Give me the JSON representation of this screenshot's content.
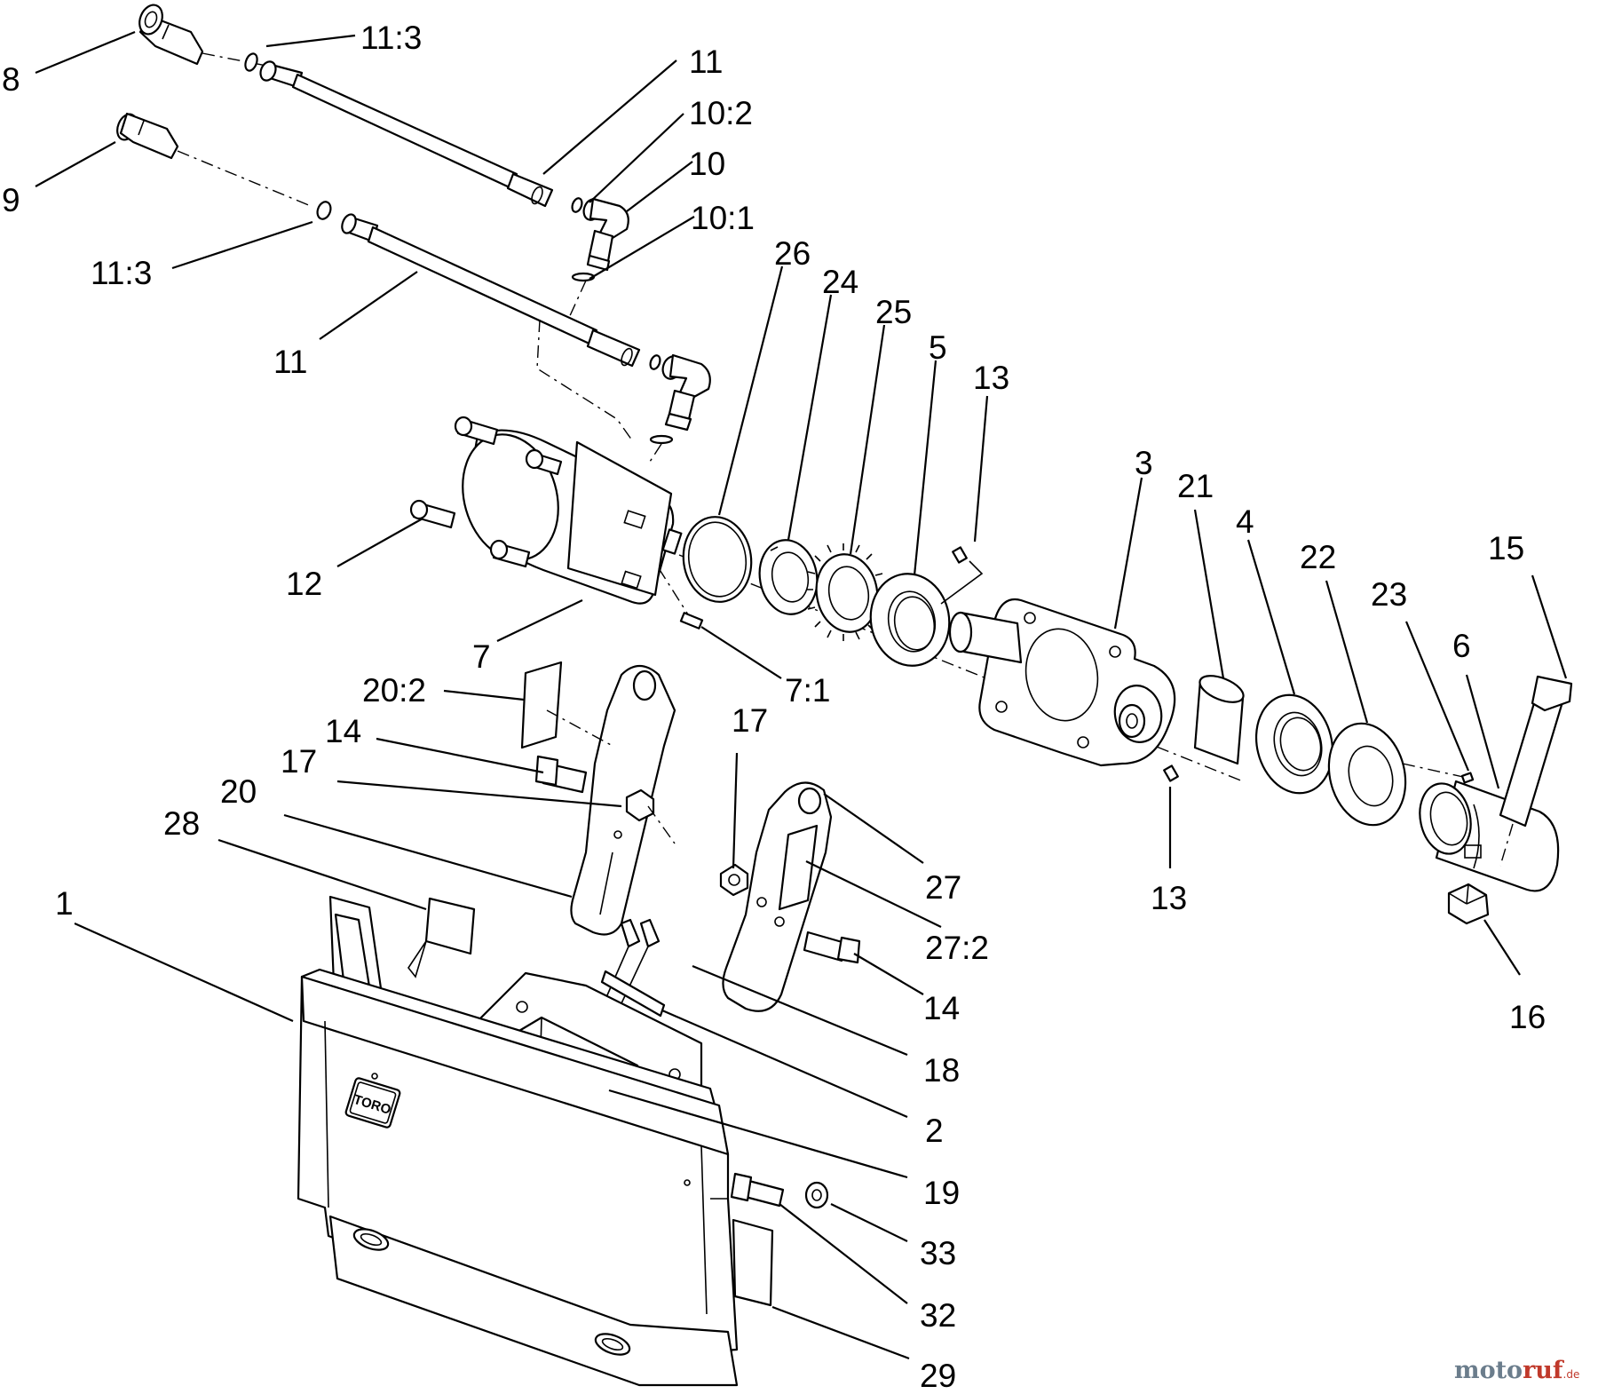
{
  "callouts": [
    "8",
    "11:3",
    "11",
    "10:2",
    "10",
    "9",
    "10:1",
    "11:3",
    "11",
    "26",
    "24",
    "25",
    "5",
    "13",
    "3",
    "21",
    "4",
    "22",
    "15",
    "23",
    "6",
    "12",
    "7",
    "7:1",
    "20:2",
    "14",
    "17",
    "20",
    "17",
    "28",
    "27",
    "27:2",
    "1",
    "14",
    "18",
    "2",
    "13",
    "16",
    "19",
    "33",
    "32",
    "29"
  ],
  "decal_text": "TORO",
  "watermark": {
    "main": "moto",
    "accent": "ruf",
    "suffix": ".de"
  }
}
